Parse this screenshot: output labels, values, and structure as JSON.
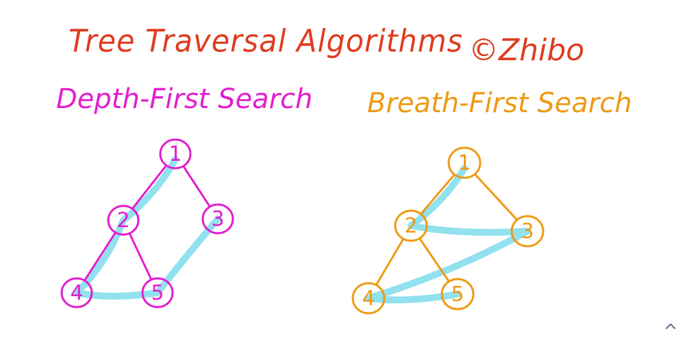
{
  "title": "Tree Traversal Algorithms",
  "credit": "©Zhibo",
  "colors": {
    "title": "#e03b1f",
    "dfs": "#e21ecf",
    "bfs": "#ee9a14",
    "path": "#7fdcec"
  },
  "dfs": {
    "heading": "Depth-First Search",
    "nodes": [
      {
        "id": "1",
        "label": "1"
      },
      {
        "id": "2",
        "label": "2"
      },
      {
        "id": "3",
        "label": "3"
      },
      {
        "id": "4",
        "label": "4"
      },
      {
        "id": "5",
        "label": "5"
      }
    ],
    "edges": [
      [
        "1",
        "2"
      ],
      [
        "1",
        "3"
      ],
      [
        "2",
        "4"
      ],
      [
        "2",
        "5"
      ]
    ],
    "visit_order": [
      "1",
      "2",
      "4",
      "5",
      "3"
    ]
  },
  "bfs": {
    "heading": "Breath-First Search",
    "nodes": [
      {
        "id": "1",
        "label": "1"
      },
      {
        "id": "2",
        "label": "2"
      },
      {
        "id": "3",
        "label": "3"
      },
      {
        "id": "4",
        "label": "4"
      },
      {
        "id": "5",
        "label": "5"
      }
    ],
    "edges": [
      [
        "1",
        "2"
      ],
      [
        "1",
        "3"
      ],
      [
        "2",
        "4"
      ],
      [
        "2",
        "5"
      ]
    ],
    "visit_order": [
      "1",
      "2",
      "3",
      "4",
      "5"
    ]
  },
  "controls": {
    "scroll_up_icon": "chevron-up-icon"
  }
}
